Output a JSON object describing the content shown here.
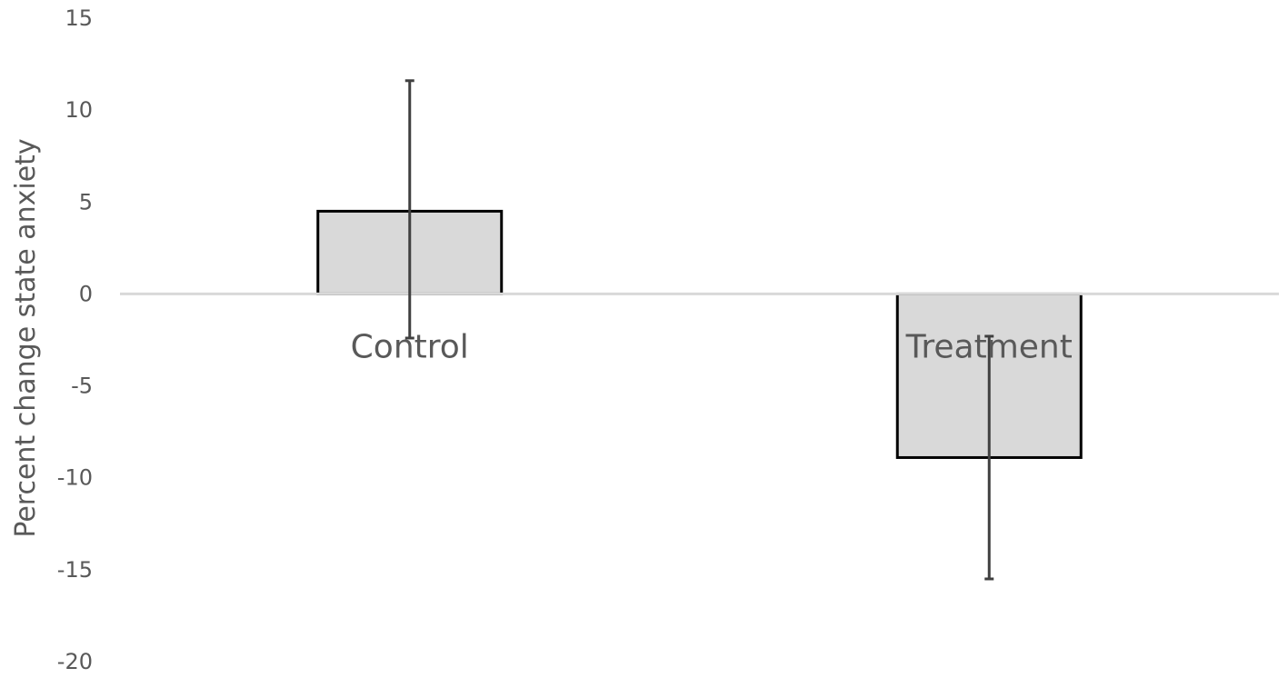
{
  "chart_data": {
    "type": "bar",
    "categories": [
      "Control",
      "Treatment"
    ],
    "values": [
      4.5,
      -8.9
    ],
    "error_bars": [
      {
        "upper": 11.6,
        "lower": -2.4
      },
      {
        "upper": -2.3,
        "lower": -15.5
      }
    ],
    "ylabel": "Percent change state anxiety",
    "ylim": [
      -20,
      15
    ],
    "yticks": [
      "15",
      "10",
      "5",
      "0",
      "-5",
      "-10",
      "-15",
      "-20"
    ],
    "ytick_values": [
      15,
      10,
      5,
      0,
      -5,
      -10,
      -15,
      -20
    ],
    "grid": false,
    "legend": "none"
  },
  "colors": {
    "bar_fill": "#d9d9d9",
    "bar_stroke": "#000000",
    "zero_line": "#d9d9d9",
    "error_bar": "#404040",
    "text": "#595959"
  }
}
